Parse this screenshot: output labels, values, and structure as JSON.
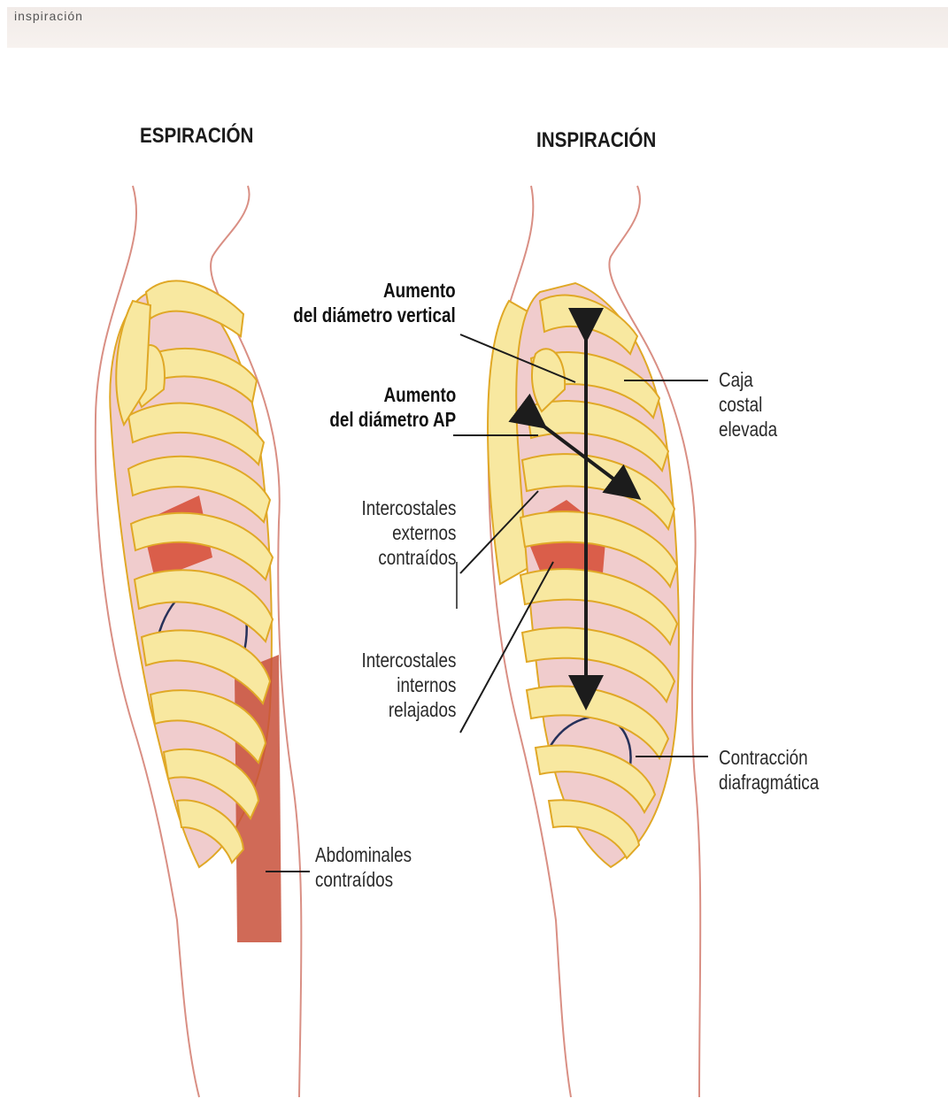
{
  "header": {
    "cut_text": "inspiración"
  },
  "panels": {
    "left": {
      "title": "ESPIRACIÓN"
    },
    "right": {
      "title": "INSPIRACIÓN"
    }
  },
  "labels": {
    "vertical": [
      "Aumento",
      "del diámetro vertical"
    ],
    "ap": [
      "Aumento",
      "del diámetro AP"
    ],
    "ext": [
      "Intercostales",
      "externos",
      "contraídos"
    ],
    "int": [
      "Intercostales",
      "internos",
      "relajados"
    ],
    "caja": [
      "Caja",
      "costal",
      "elevada"
    ],
    "diaf": [
      "Contracción",
      "diafragmática"
    ],
    "abd": [
      "Abdominales",
      "contraídos"
    ]
  },
  "colors": {
    "bone": "#f8e8a0",
    "bone_outline": "#e0a826",
    "lung_pink": "#f0cccd",
    "muscle": "#d64a32",
    "skin_line": "#d98f84",
    "arrow": "#1c1c1c"
  }
}
